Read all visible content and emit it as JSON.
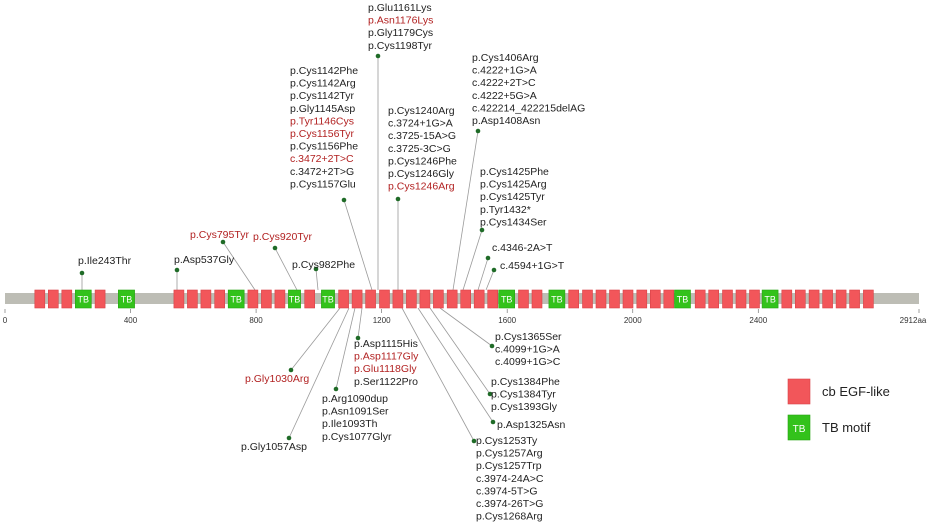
{
  "colors": {
    "egf": "#f2565a",
    "egf_stroke": "#d84448",
    "tb": "#33c21b",
    "tb_stroke": "#27a313",
    "backbone": "#bdbdb5",
    "red_text": "#b22222",
    "dark_text": "#222222",
    "dot": "#1f6b27",
    "leader": "#9a9a9a"
  },
  "axis": {
    "min": 0,
    "max": 2912,
    "ticks": [
      {
        "value": 0,
        "label": "0"
      },
      {
        "value": 400,
        "label": "400"
      },
      {
        "value": 800,
        "label": "800"
      },
      {
        "value": 1200,
        "label": "1200"
      },
      {
        "value": 1600,
        "label": "1600"
      },
      {
        "value": 2000,
        "label": "2000"
      },
      {
        "value": 2400,
        "label": "2400"
      },
      {
        "value": 2912,
        "label": "2912aa"
      }
    ]
  },
  "domains": [
    {
      "type": "egf",
      "start": 95,
      "end": 127
    },
    {
      "type": "egf",
      "start": 138,
      "end": 170
    },
    {
      "type": "egf",
      "start": 181,
      "end": 213
    },
    {
      "type": "tb",
      "start": 224,
      "end": 275,
      "label": "TB"
    },
    {
      "type": "egf",
      "start": 287,
      "end": 319
    },
    {
      "type": "tb",
      "start": 361,
      "end": 413,
      "label": "TB"
    },
    {
      "type": "egf",
      "start": 538,
      "end": 570
    },
    {
      "type": "egf",
      "start": 581,
      "end": 613
    },
    {
      "type": "egf",
      "start": 624,
      "end": 656
    },
    {
      "type": "egf",
      "start": 668,
      "end": 700
    },
    {
      "type": "tb",
      "start": 711,
      "end": 762,
      "label": "TB"
    },
    {
      "type": "egf",
      "start": 774,
      "end": 806
    },
    {
      "type": "egf",
      "start": 817,
      "end": 849
    },
    {
      "type": "egf",
      "start": 860,
      "end": 892
    },
    {
      "type": "tb",
      "start": 903,
      "end": 942,
      "label": "TB"
    },
    {
      "type": "egf",
      "start": 955,
      "end": 987
    },
    {
      "type": "tb",
      "start": 1008,
      "end": 1050,
      "label": "TB"
    },
    {
      "type": "egf",
      "start": 1063,
      "end": 1095
    },
    {
      "type": "egf",
      "start": 1106,
      "end": 1138
    },
    {
      "type": "egf",
      "start": 1149,
      "end": 1181
    },
    {
      "type": "egf",
      "start": 1193,
      "end": 1225
    },
    {
      "type": "egf",
      "start": 1236,
      "end": 1268
    },
    {
      "type": "egf",
      "start": 1279,
      "end": 1311
    },
    {
      "type": "egf",
      "start": 1322,
      "end": 1354
    },
    {
      "type": "egf",
      "start": 1365,
      "end": 1397
    },
    {
      "type": "egf",
      "start": 1409,
      "end": 1441
    },
    {
      "type": "egf",
      "start": 1452,
      "end": 1484
    },
    {
      "type": "egf",
      "start": 1495,
      "end": 1527
    },
    {
      "type": "egf",
      "start": 1538,
      "end": 1570
    },
    {
      "type": "tb",
      "start": 1573,
      "end": 1624,
      "label": "TB"
    },
    {
      "type": "egf",
      "start": 1636,
      "end": 1668
    },
    {
      "type": "egf",
      "start": 1679,
      "end": 1711
    },
    {
      "type": "tb",
      "start": 1733,
      "end": 1784,
      "label": "TB"
    },
    {
      "type": "egf",
      "start": 1796,
      "end": 1828
    },
    {
      "type": "egf",
      "start": 1840,
      "end": 1872
    },
    {
      "type": "egf",
      "start": 1883,
      "end": 1915
    },
    {
      "type": "egf",
      "start": 1926,
      "end": 1958
    },
    {
      "type": "egf",
      "start": 1969,
      "end": 2001
    },
    {
      "type": "egf",
      "start": 2013,
      "end": 2045
    },
    {
      "type": "egf",
      "start": 2056,
      "end": 2088
    },
    {
      "type": "egf",
      "start": 2099,
      "end": 2131
    },
    {
      "type": "tb",
      "start": 2133,
      "end": 2184,
      "label": "TB"
    },
    {
      "type": "egf",
      "start": 2199,
      "end": 2231
    },
    {
      "type": "egf",
      "start": 2242,
      "end": 2274
    },
    {
      "type": "egf",
      "start": 2286,
      "end": 2318
    },
    {
      "type": "egf",
      "start": 2329,
      "end": 2361
    },
    {
      "type": "egf",
      "start": 2372,
      "end": 2404
    },
    {
      "type": "tb",
      "start": 2412,
      "end": 2463,
      "label": "TB"
    },
    {
      "type": "egf",
      "start": 2475,
      "end": 2507
    },
    {
      "type": "egf",
      "start": 2518,
      "end": 2550
    },
    {
      "type": "egf",
      "start": 2562,
      "end": 2594
    },
    {
      "type": "egf",
      "start": 2605,
      "end": 2637
    },
    {
      "type": "egf",
      "start": 2648,
      "end": 2680
    },
    {
      "type": "egf",
      "start": 2691,
      "end": 2723
    },
    {
      "type": "egf",
      "start": 2735,
      "end": 2767
    }
  ],
  "variant_groups": [
    {
      "id": "g01",
      "side": "above",
      "lines": [
        {
          "text": "p.Ile243Thr",
          "red": false
        }
      ]
    },
    {
      "id": "g02",
      "side": "above",
      "lines": [
        {
          "text": "p.Asp537Gly",
          "red": false
        }
      ]
    },
    {
      "id": "g03",
      "side": "above",
      "lines": [
        {
          "text": "p.Cys795Tyr",
          "red": true
        }
      ]
    },
    {
      "id": "g04",
      "side": "above",
      "lines": [
        {
          "text": "p.Cys920Tyr",
          "red": true
        }
      ]
    },
    {
      "id": "g05",
      "side": "above",
      "lines": [
        {
          "text": "p.Cys982Phe",
          "red": false
        }
      ]
    },
    {
      "id": "g06",
      "side": "above",
      "lines": [
        {
          "text": "p.Cys1142Phe",
          "red": false
        },
        {
          "text": "p.Cys1142Arg",
          "red": false
        },
        {
          "text": "p.Cys1142Tyr",
          "red": false
        },
        {
          "text": "p.Gly1145Asp",
          "red": false
        },
        {
          "text": "p.Tyr1146Cys",
          "red": true
        },
        {
          "text": "p.Cys1156Tyr",
          "red": true
        },
        {
          "text": "p.Cys1156Phe",
          "red": false
        },
        {
          "text": "c.3472+2T>C",
          "red": true
        },
        {
          "text": "c.3472+2T>G",
          "red": false
        },
        {
          "text": "p.Cys1157Glu",
          "red": false
        }
      ]
    },
    {
      "id": "g07",
      "side": "above",
      "lines": [
        {
          "text": "p.Glu1161Lys",
          "red": false
        },
        {
          "text": "p.Asn1176Lys",
          "red": true
        },
        {
          "text": "p.Gly1179Cys",
          "red": false
        },
        {
          "text": "p.Cys1198Tyr",
          "red": false
        }
      ]
    },
    {
      "id": "g08",
      "side": "above",
      "lines": [
        {
          "text": "p.Cys1240Arg",
          "red": false
        },
        {
          "text": "c.3724+1G>A",
          "red": false
        },
        {
          "text": "c.3725-15A>G",
          "red": false
        },
        {
          "text": "c.3725-3C>G",
          "red": false
        },
        {
          "text": "p.Cys1246Phe",
          "red": false
        },
        {
          "text": "p.Cys1246Gly",
          "red": false
        },
        {
          "text": "p.Cys1246Arg",
          "red": true
        }
      ]
    },
    {
      "id": "g09",
      "side": "above",
      "lines": [
        {
          "text": "p.Cys1406Arg",
          "red": false
        },
        {
          "text": "c.4222+1G>A",
          "red": false
        },
        {
          "text": "c.4222+2T>C",
          "red": false
        },
        {
          "text": "c.4222+5G>A",
          "red": false
        },
        {
          "text": "c.422214_422215delAG",
          "red": false
        },
        {
          "text": "p.Asp1408Asn",
          "red": false
        }
      ]
    },
    {
      "id": "g10",
      "side": "above",
      "lines": [
        {
          "text": "p.Cys1425Phe",
          "red": false
        },
        {
          "text": "p.Cys1425Arg",
          "red": false
        },
        {
          "text": "p.Cys1425Tyr",
          "red": false
        },
        {
          "text": "p.Tyr1432*",
          "red": false
        },
        {
          "text": "p.Cys1434Ser",
          "red": false
        }
      ]
    },
    {
      "id": "g11",
      "side": "above",
      "lines": [
        {
          "text": "c.4346-2A>T",
          "red": false
        }
      ]
    },
    {
      "id": "g12",
      "side": "above",
      "lines": [
        {
          "text": "c.4594+1G>T",
          "red": false
        }
      ]
    },
    {
      "id": "g13",
      "side": "below",
      "lines": [
        {
          "text": "p.Gly1030Arg",
          "red": true
        }
      ]
    },
    {
      "id": "g14",
      "side": "below",
      "lines": [
        {
          "text": "p.Gly1057Asp",
          "red": false
        }
      ]
    },
    {
      "id": "g15",
      "side": "below",
      "lines": [
        {
          "text": "p.Arg1090dup",
          "red": false
        },
        {
          "text": "p.Asn1091Ser",
          "red": false
        },
        {
          "text": "p.Ile1093Th",
          "red": false
        },
        {
          "text": "p.Cys1077Glyr",
          "red": false
        }
      ]
    },
    {
      "id": "g16",
      "side": "below",
      "lines": [
        {
          "text": "p.Asp1115His",
          "red": false
        },
        {
          "text": "p.Asp1117Gly",
          "red": true
        },
        {
          "text": "p.Glu1118Gly",
          "red": true
        },
        {
          "text": "p.Ser1122Pro",
          "red": false
        }
      ]
    },
    {
      "id": "g17",
      "side": "below",
      "lines": [
        {
          "text": "p.Cys1365Ser",
          "red": false
        },
        {
          "text": "c.4099+1G>A",
          "red": false
        },
        {
          "text": "c.4099+1G>C",
          "red": false
        }
      ]
    },
    {
      "id": "g18",
      "side": "below",
      "lines": [
        {
          "text": "p.Cys1384Phe",
          "red": false
        },
        {
          "text": "p.Cys1384Tyr",
          "red": false
        },
        {
          "text": "p.Cys1393Gly",
          "red": false
        }
      ]
    },
    {
      "id": "g19",
      "side": "below",
      "lines": [
        {
          "text": "p.Asp1325Asn",
          "red": false
        }
      ]
    },
    {
      "id": "g20",
      "side": "below",
      "lines": [
        {
          "text": "p.Cys1253Ty",
          "red": false
        },
        {
          "text": "p.Cys1257Arg",
          "red": false
        },
        {
          "text": "p.Cys1257Trp",
          "red": false
        },
        {
          "text": "c.3974-24A>C",
          "red": false
        },
        {
          "text": "c.3974-5T>G",
          "red": false
        },
        {
          "text": "c.3974-26T>G",
          "red": false
        },
        {
          "text": "p.Cys1268Arg",
          "red": false
        }
      ]
    }
  ],
  "legend": {
    "items": [
      {
        "type": "egf",
        "swatch_text": "",
        "label": "cb EGF-like"
      },
      {
        "type": "tb",
        "swatch_text": "TB",
        "label": "TB motif"
      }
    ]
  }
}
